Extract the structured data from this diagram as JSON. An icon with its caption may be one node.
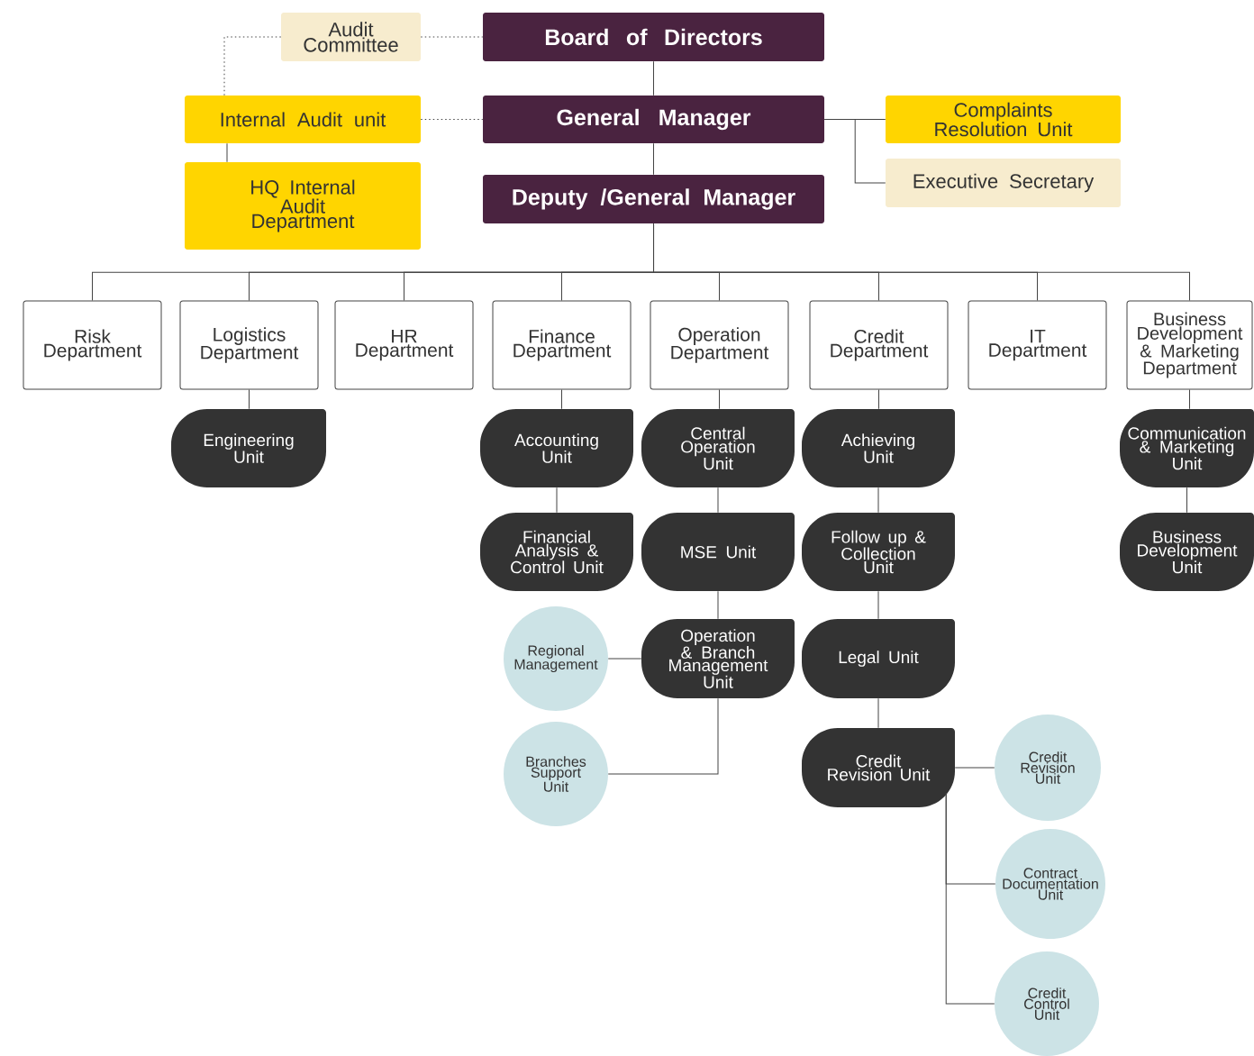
{
  "diagram": {
    "nodes": [
      {
        "text": [
          "Board of Directors"
        ]
      },
      {
        "text": [
          "Audit Committee"
        ]
      },
      {
        "text": [
          "General Manager"
        ]
      },
      {
        "text": [
          "Internal Audit unit"
        ]
      },
      {
        "text": [
          "HQ Internal Audit Department"
        ]
      },
      {
        "text": [
          "Complaints Resolution Unit"
        ]
      },
      {
        "text": [
          "Executive Secretary"
        ]
      },
      {
        "text": [
          "Deputy /General Manager"
        ]
      },
      {
        "text": [
          "Risk Department"
        ]
      },
      {
        "text": [
          "Logistics Department"
        ]
      },
      {
        "text": [
          "HR Department"
        ]
      },
      {
        "text": [
          "Finance Department"
        ]
      },
      {
        "text": [
          "Operation Department"
        ]
      },
      {
        "text": [
          "Credit Department"
        ]
      },
      {
        "text": [
          "IT Department"
        ]
      },
      {
        "text": [
          "Business Development & Marketing Department"
        ]
      },
      {
        "text": [
          "Engineering Unit"
        ]
      },
      {
        "text": [
          "Accounting Unit"
        ]
      },
      {
        "text": [
          "Financial Analysis & Control Unit"
        ]
      },
      {
        "text": [
          "Central Operation Unit"
        ]
      },
      {
        "text": [
          "MSE Unit"
        ]
      },
      {
        "text": [
          "Operation & Branch Management Unit"
        ]
      },
      {
        "text": [
          "Regional Management"
        ]
      },
      {
        "text": [
          "Branches Support Unit"
        ]
      },
      {
        "text": [
          "Achieving Unit"
        ]
      },
      {
        "text": [
          "Follow up & Collection Unit"
        ]
      },
      {
        "text": [
          "Legal Unit"
        ]
      },
      {
        "text": [
          "Credit Revision Unit"
        ]
      },
      {
        "text": [
          "Credit Revision Unit"
        ]
      },
      {
        "text": [
          "Contract Documentation Unit"
        ]
      },
      {
        "text": [
          "Credit Control Unit"
        ]
      },
      {
        "text": [
          "Communication & Marketing Unit"
        ]
      },
      {
        "text": [
          "Business Development Unit"
        ]
      }
    ],
    "edges": [
      {
        "from": 1,
        "to": 0,
        "arrow": "none",
        "style": "dashed"
      },
      {
        "from": 1,
        "to": 3,
        "arrow": "none",
        "style": "dashed"
      },
      {
        "from": 3,
        "to": 2,
        "arrow": "none",
        "style": "dashed"
      },
      {
        "from": 0,
        "to": 2,
        "arrow": "none"
      },
      {
        "from": 2,
        "to": 7,
        "arrow": "none"
      },
      {
        "from": 2,
        "to": 5,
        "arrow": "none"
      },
      {
        "from": 2,
        "to": 6,
        "arrow": "none"
      },
      {
        "from": 3,
        "to": 4,
        "arrow": "none"
      },
      {
        "from": 7,
        "to": 8,
        "arrow": "none"
      },
      {
        "from": 7,
        "to": 9,
        "arrow": "none"
      },
      {
        "from": 7,
        "to": 10,
        "arrow": "none"
      },
      {
        "from": 7,
        "to": 11,
        "arrow": "none"
      },
      {
        "from": 7,
        "to": 12,
        "arrow": "none"
      },
      {
        "from": 7,
        "to": 13,
        "arrow": "none"
      },
      {
        "from": 7,
        "to": 14,
        "arrow": "none"
      },
      {
        "from": 7,
        "to": 15,
        "arrow": "none"
      },
      {
        "from": 9,
        "to": 16,
        "arrow": "none"
      },
      {
        "from": 11,
        "to": 17,
        "arrow": "none"
      },
      {
        "from": 17,
        "to": 18,
        "arrow": "none"
      },
      {
        "from": 12,
        "to": 19,
        "arrow": "none"
      },
      {
        "from": 19,
        "to": 20,
        "arrow": "none"
      },
      {
        "from": 20,
        "to": 21,
        "arrow": "none"
      },
      {
        "from": 21,
        "to": 22,
        "arrow": "none"
      },
      {
        "from": 21,
        "to": 23,
        "arrow": "none"
      },
      {
        "from": 13,
        "to": 24,
        "arrow": "none"
      },
      {
        "from": 24,
        "to": 25,
        "arrow": "none"
      },
      {
        "from": 25,
        "to": 26,
        "arrow": "none"
      },
      {
        "from": 26,
        "to": 27,
        "arrow": "none"
      },
      {
        "from": 27,
        "to": 28,
        "arrow": "none"
      },
      {
        "from": 27,
        "to": 29,
        "arrow": "none"
      },
      {
        "from": 27,
        "to": 30,
        "arrow": "none"
      },
      {
        "from": 15,
        "to": 31,
        "arrow": "none"
      },
      {
        "from": 31,
        "to": 32,
        "arrow": "none"
      }
    ]
  }
}
